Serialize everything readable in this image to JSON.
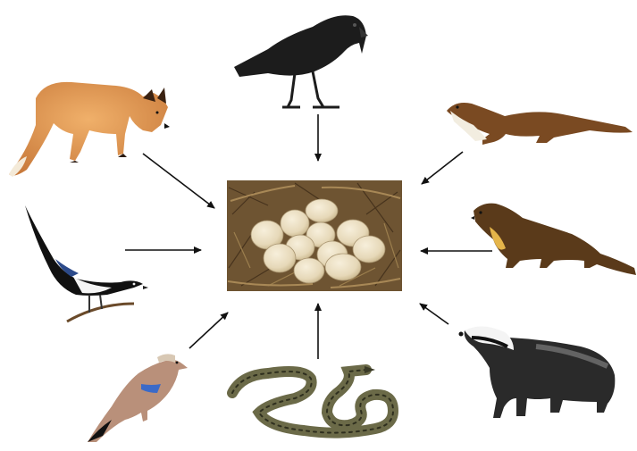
{
  "diagram": {
    "center": {
      "name": "nest-with-eggs",
      "egg_count": 11
    },
    "predators": [
      {
        "id": "crow",
        "name": "crow"
      },
      {
        "id": "fox",
        "name": "fox"
      },
      {
        "id": "weasel",
        "name": "weasel"
      },
      {
        "id": "magpie",
        "name": "magpie"
      },
      {
        "id": "marten",
        "name": "marten"
      },
      {
        "id": "jay",
        "name": "jay"
      },
      {
        "id": "snake",
        "name": "snake"
      },
      {
        "id": "badger",
        "name": "badger"
      }
    ],
    "arrow_direction": "toward-center",
    "colors": {
      "arrow": "#111111",
      "crow": "#1c1c1c",
      "fox": "#d9934a",
      "weasel": "#7a4a22",
      "marten": "#5a3a1a",
      "magpie": "#111111",
      "jay": "#b9907a",
      "badger": "#2a2a2a",
      "snake": "#6b6a48",
      "nest": "#6e5432",
      "egg": "#e8dcc0"
    }
  }
}
